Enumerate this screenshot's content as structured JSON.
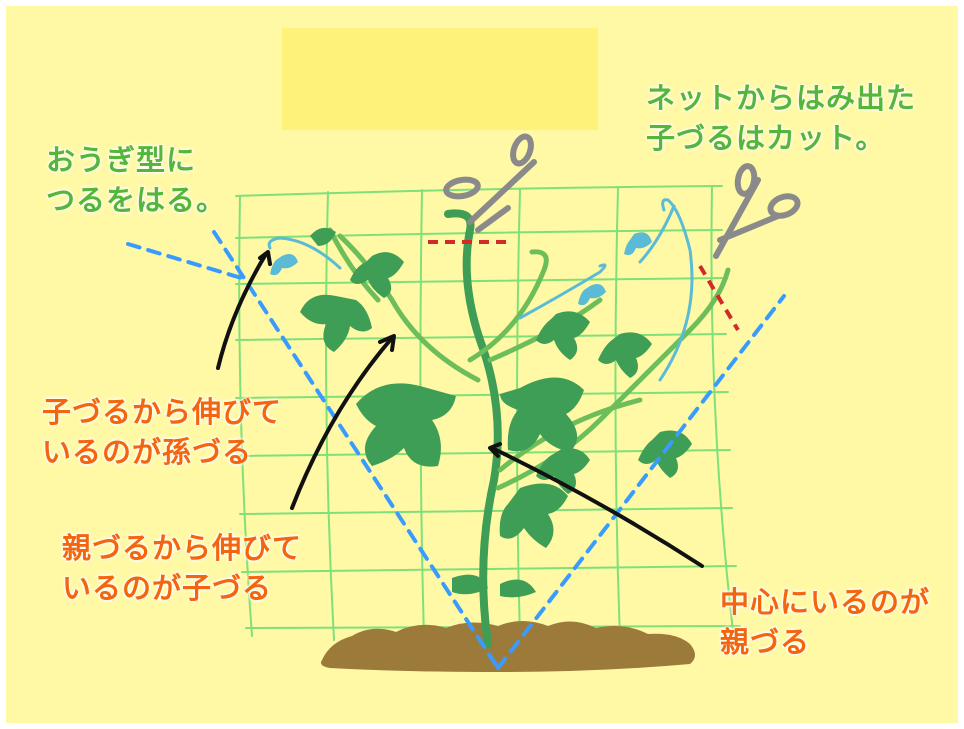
{
  "labels": {
    "fan_shape": "おうぎ型に\nつるをはる。",
    "cut_note": "ネットからはみ出た\n子づるはカット。",
    "grandchild_vine": "子づるから伸びて\nいるのが孫づる",
    "child_vine": "親づるから伸びて\nいるのが子づる",
    "parent_vine": "中心にいるのが\n親づる"
  },
  "colors": {
    "background": "#FFF9A6",
    "title_box": "#FFF27A",
    "green_text": "#55B63A",
    "orange_text": "#F4650F",
    "net": "#7FE07A",
    "guide_dash": "#3A9BFF",
    "cut_dash": "#D22A2A",
    "soil": "#9B7A3A",
    "vine": "#6DBE5A",
    "leaf": "#3E9E55",
    "tendril_blue": "#5BBBD6",
    "scissors": "#8A8A8A"
  },
  "icons": [
    "scissors-icon",
    "scissors-icon"
  ]
}
